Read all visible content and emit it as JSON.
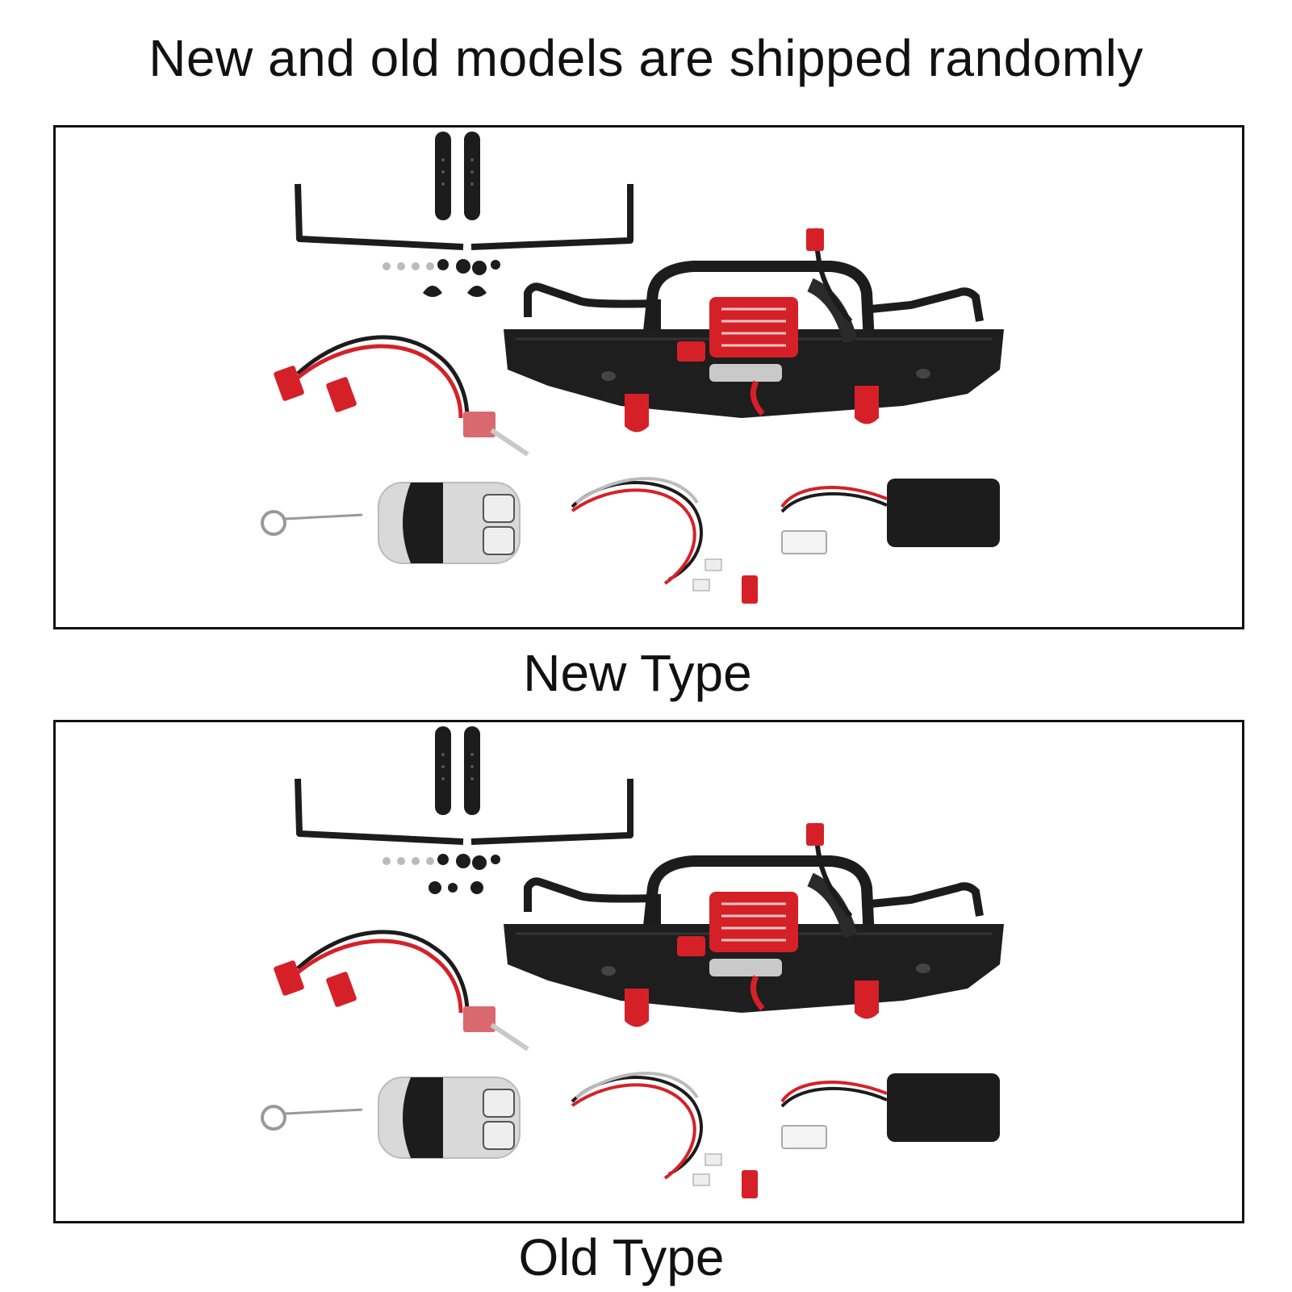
{
  "headline": "New and old models are shipped randomly",
  "variants": [
    {
      "label": "New Type"
    },
    {
      "label": "Old Type"
    }
  ],
  "palette": {
    "body": "#1c1c1c",
    "accent_red": "#d62028",
    "chrome": "#c9c9c9",
    "wire_white": "#f2f2f2"
  },
  "icons": [
    "bumper-icon",
    "winch-icon",
    "toggle-switch-icon",
    "remote-fob-icon",
    "led-light-icon",
    "receiver-box-icon",
    "mount-bracket-icon",
    "mount-post-icon",
    "screw-set-icon"
  ]
}
